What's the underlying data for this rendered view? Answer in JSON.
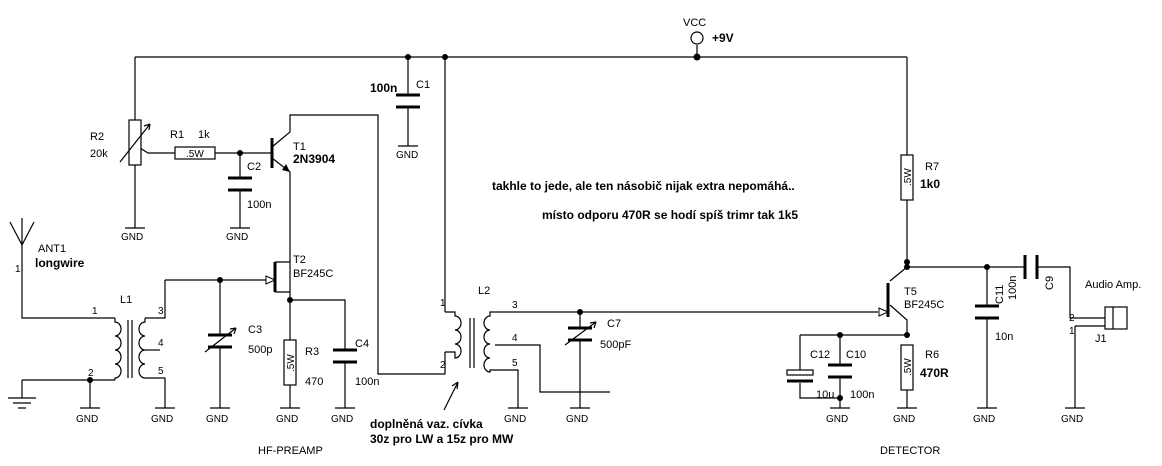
{
  "supply": {
    "vcc": "VCC",
    "voltage": "+9V"
  },
  "gnd": "GND",
  "notes": {
    "line1": "takhle to jede, ale ten násobič nijak extra nepomáhá..",
    "line2": "místo odporu 470R se hodí spíš trimr tak 1k5",
    "coil1": "doplněná vaz. cívka",
    "coil2": "30z pro LW a 15z pro MW"
  },
  "sections": {
    "preamp": "HF-PREAMP",
    "detector": "DETECTOR"
  },
  "parts": {
    "ant1": {
      "ref": "ANT1",
      "value": "longwire",
      "pin": "1"
    },
    "l1": {
      "ref": "L1",
      "pins": [
        "1",
        "2",
        "3",
        "4",
        "5"
      ]
    },
    "l2": {
      "ref": "L2",
      "pins": [
        "1",
        "2",
        "3",
        "4",
        "5"
      ]
    },
    "r2": {
      "ref": "R2",
      "value": "20k"
    },
    "r1": {
      "ref": "R1",
      "value": "1k",
      "body": ".5W"
    },
    "c2": {
      "ref": "C2",
      "value": "100n"
    },
    "t1": {
      "ref": "T1",
      "value": "2N3904"
    },
    "c1": {
      "ref": "C1",
      "value": "100n"
    },
    "t2": {
      "ref": "T2",
      "value": "BF245C"
    },
    "c3": {
      "ref": "C3",
      "value": "500p"
    },
    "r3": {
      "ref": "R3",
      "value": "470",
      "body": ".5W"
    },
    "c4": {
      "ref": "C4",
      "value": "100n"
    },
    "c7": {
      "ref": "C7",
      "value": "500pF"
    },
    "r7": {
      "ref": "R7",
      "value": "1k0",
      "body": ".5W"
    },
    "t5": {
      "ref": "T5",
      "value": "BF245C"
    },
    "c11": {
      "ref": "C11",
      "value": "100n"
    },
    "c12": {
      "ref": "C12",
      "value": "10u"
    },
    "c10": {
      "ref": "C10",
      "value": "100n"
    },
    "r6": {
      "ref": "R6",
      "value": "470R",
      "body": ".5W"
    },
    "c9": {
      "ref": "C9",
      "value": "10n"
    },
    "j1": {
      "ref": "J1",
      "label": "Audio Amp.",
      "pins": [
        "2",
        "1"
      ]
    }
  }
}
